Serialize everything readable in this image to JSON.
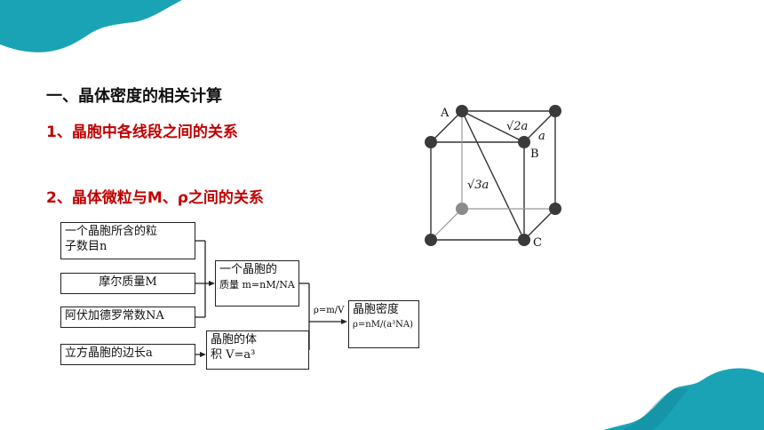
{
  "heading": "一、晶体密度的相关计算",
  "sub1": "1、晶胞中各线段之间的关系",
  "sub2": "2、晶体微粒与M、ρ之间的关系",
  "flow": {
    "box_count_l1": "一个晶胞所含的粒",
    "box_count_l2": "子数目n",
    "box_molar": "摩尔质量M",
    "box_avogadro": "阿伏加德罗常数NA",
    "box_edge": "立方晶胞的边长a",
    "box_mass_l1": "一个晶胞的",
    "box_mass_l2": "质量 m=nM/NA",
    "box_volume_l1": "晶胞的体",
    "box_volume_l2": "积 V=a³",
    "arrow_label": "ρ=m/V",
    "box_density_l1": "晶胞密度",
    "box_density_l2": "ρ=nM/(a³NA)"
  },
  "cube": {
    "label_A": "A",
    "label_B": "B",
    "label_C": "C",
    "label_face": "√2a",
    "label_edge": "a",
    "label_body": "√3a"
  },
  "colors": {
    "accent": "#1aa3b5",
    "heading_red": "#c00000"
  }
}
